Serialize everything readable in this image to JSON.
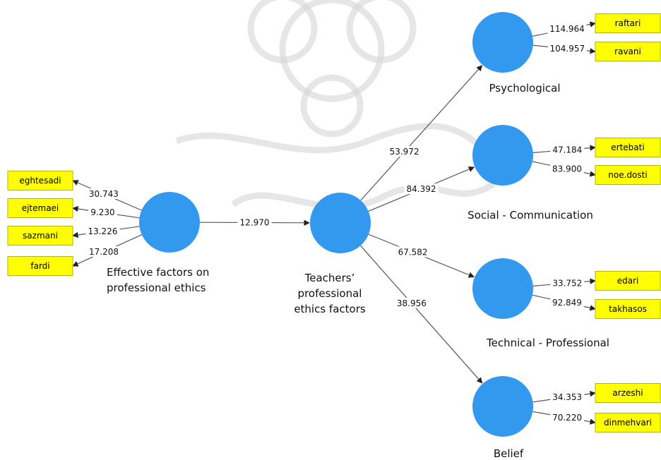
{
  "colors": {
    "construct": "#3399ee",
    "indicator_fill": "#ffff00",
    "line": "#555555"
  },
  "constructs": [
    {
      "id": "effective",
      "label_lines": [
        "Effective factors on",
        "professional ethics"
      ]
    },
    {
      "id": "teachers",
      "label_lines": [
        "Teachers’",
        "professional",
        "ethics factors"
      ]
    },
    {
      "id": "psych",
      "label_lines": [
        "Psychological"
      ]
    },
    {
      "id": "social",
      "label_lines": [
        "Social - Communication"
      ]
    },
    {
      "id": "tech",
      "label_lines": [
        "Technical - Professional"
      ]
    },
    {
      "id": "belief",
      "label_lines": [
        "Belief"
      ]
    }
  ],
  "indicators": [
    {
      "construct": "effective",
      "label": "eghtesadi",
      "value": "30.743"
    },
    {
      "construct": "effective",
      "label": "ejtemaei",
      "value": "9.230"
    },
    {
      "construct": "effective",
      "label": "sazmani",
      "value": "13.226"
    },
    {
      "construct": "effective",
      "label": "fardi",
      "value": "17.208"
    },
    {
      "construct": "psych",
      "label": "raftari",
      "value": "114.964"
    },
    {
      "construct": "psych",
      "label": "ravani",
      "value": "104.957"
    },
    {
      "construct": "social",
      "label": "ertebati",
      "value": "47.184"
    },
    {
      "construct": "social",
      "label": "noe.dosti",
      "value": "83.900"
    },
    {
      "construct": "tech",
      "label": "edari",
      "value": "33.752"
    },
    {
      "construct": "tech",
      "label": "takhasos",
      "value": "92.849"
    },
    {
      "construct": "belief",
      "label": "arzeshi",
      "value": "34.353"
    },
    {
      "construct": "belief",
      "label": "dinmehvari",
      "value": "70.220"
    }
  ],
  "paths": [
    {
      "from": "effective",
      "to": "teachers",
      "value": "12.970"
    },
    {
      "from": "teachers",
      "to": "psych",
      "value": "53.972"
    },
    {
      "from": "teachers",
      "to": "social",
      "value": "84.392"
    },
    {
      "from": "teachers",
      "to": "tech",
      "value": "67.582"
    },
    {
      "from": "teachers",
      "to": "belief",
      "value": "38.956"
    }
  ]
}
